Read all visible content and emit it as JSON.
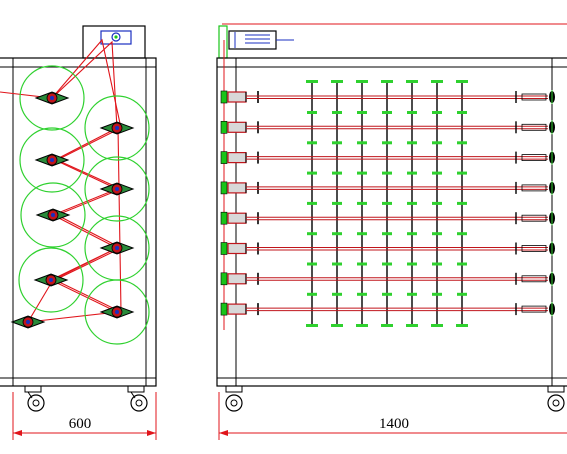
{
  "drawing": {
    "side_view": {
      "width_label": "600",
      "wheel_count": 2
    },
    "front_view": {
      "width_label": "1400",
      "tier_count": 8,
      "cross_bar_count": 7,
      "wheel_count": 2
    },
    "side_view_rotor_count": 9,
    "colors": {
      "frame": "#000000",
      "chain": "#e0151b",
      "sprocket_circle": "#2fd12f",
      "bracket_green": "#19c419",
      "shaft_red": "#c0151b",
      "motor_blue": "#1a2fc0",
      "background": "#ffffff"
    }
  }
}
